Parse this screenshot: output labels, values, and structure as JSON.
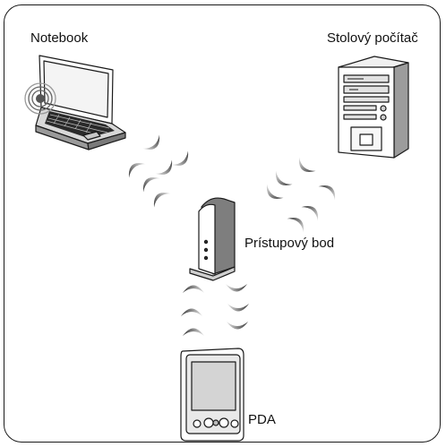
{
  "labels": {
    "notebook": "Notebook",
    "desktop": "Stolový počítač",
    "access_point": "Prístupový bod",
    "pda": "PDA"
  }
}
